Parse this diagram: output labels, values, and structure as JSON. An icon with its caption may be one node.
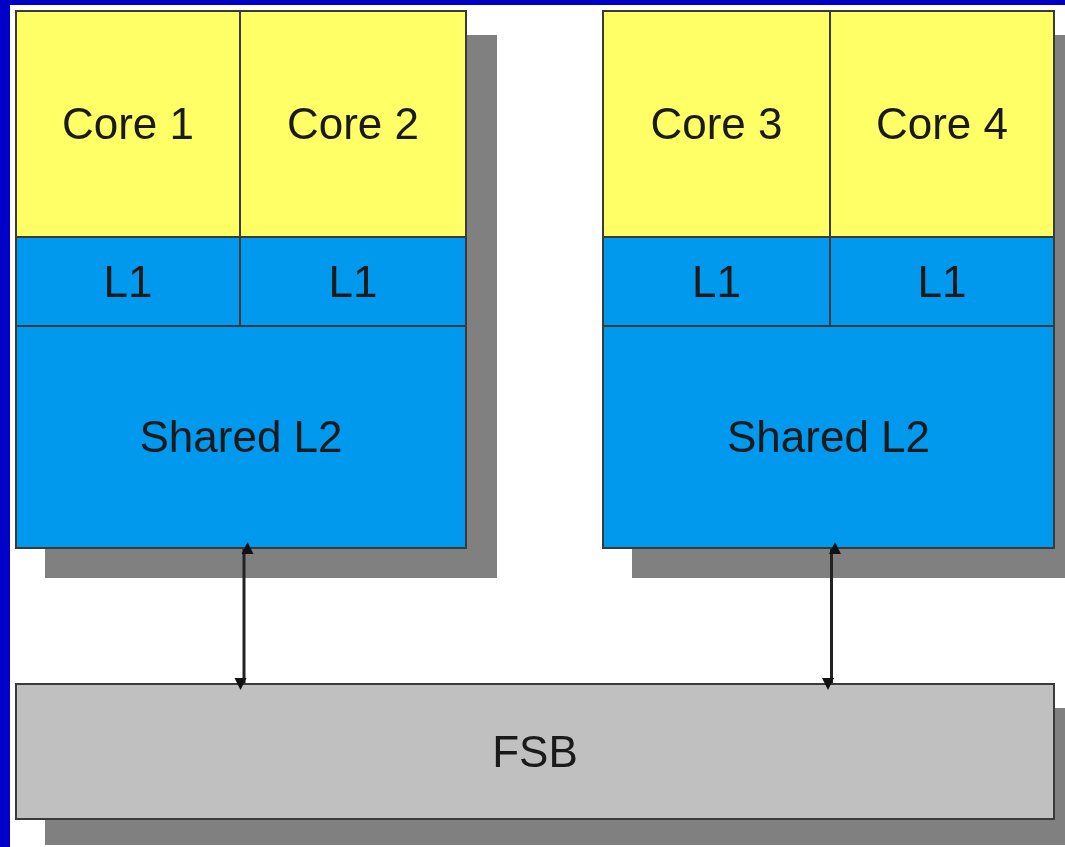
{
  "diagram": {
    "nodes": [
      {
        "text": [
          "Core 1"
        ]
      },
      {
        "text": [
          "Core 2"
        ]
      },
      {
        "text": [
          "L1"
        ]
      },
      {
        "text": [
          "L1"
        ]
      },
      {
        "text": [
          "Shared L2"
        ]
      },
      {
        "text": [
          "Core 3"
        ]
      },
      {
        "text": [
          "Core 4"
        ]
      },
      {
        "text": [
          "L1"
        ]
      },
      {
        "text": [
          "L1"
        ]
      },
      {
        "text": [
          "Shared L2"
        ]
      },
      {
        "text": [
          "FSB"
        ]
      }
    ],
    "edges": [
      {
        "from": 4,
        "to": 10,
        "arrow": "both"
      },
      {
        "from": 9,
        "to": 10,
        "arrow": "both"
      }
    ]
  }
}
